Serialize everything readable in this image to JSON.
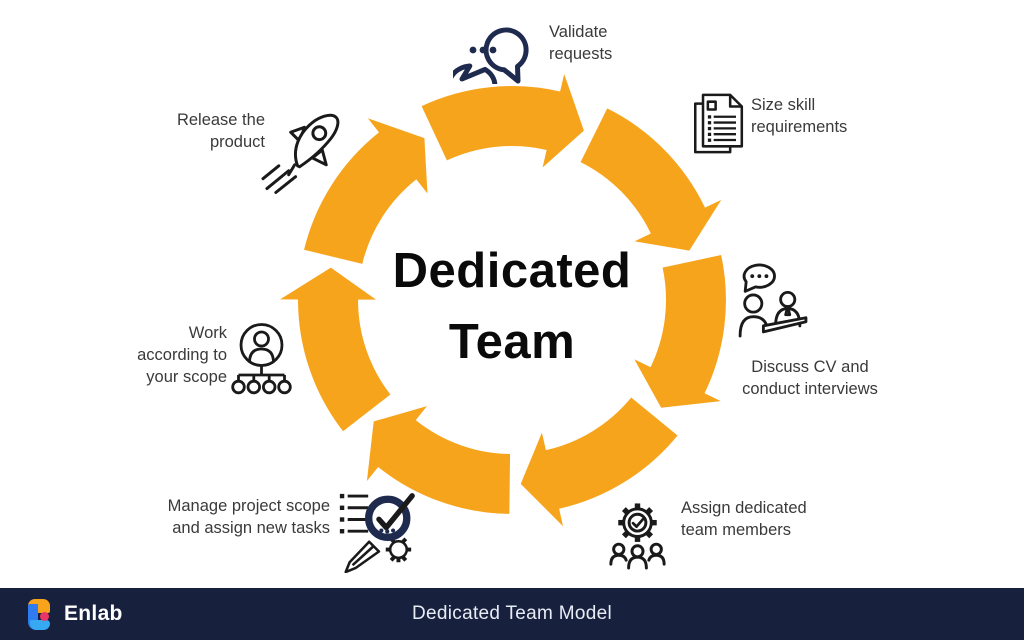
{
  "title": {
    "line1": "Dedicated",
    "line2": "Team"
  },
  "steps": [
    {
      "name": "validate-requests",
      "label": "Validate\nrequests",
      "icon": "chat-bubbles-icon"
    },
    {
      "name": "size-skill",
      "label": "Size skill\nrequirements",
      "icon": "documents-icon"
    },
    {
      "name": "discuss-cv",
      "label": "Discuss CV and\nconduct interviews",
      "icon": "interview-icon"
    },
    {
      "name": "assign-team",
      "label": "Assign dedicated\nteam members",
      "icon": "team-gear-icon"
    },
    {
      "name": "manage-scope",
      "label": "Manage project scope\nand assign new tasks",
      "icon": "task-review-icon"
    },
    {
      "name": "work-scope",
      "label": "Work\naccording to\nyour scope",
      "icon": "org-chart-icon"
    },
    {
      "name": "release-product",
      "label": "Release the\nproduct",
      "icon": "rocket-icon"
    }
  ],
  "footer": {
    "brand": "Enlab",
    "caption": "Dedicated Team Model"
  },
  "colors": {
    "arrow_orange": "#F7A41D",
    "icon_navy": "#1F2B4E",
    "footer_navy": "#17213E",
    "label_text": "#3A3A3A",
    "title_text": "#0A0A0A",
    "logo_orange": "#F9A21B",
    "logo_blue": "#2F7BF0",
    "logo_cyan": "#36A9F2",
    "logo_pink": "#E73667"
  }
}
